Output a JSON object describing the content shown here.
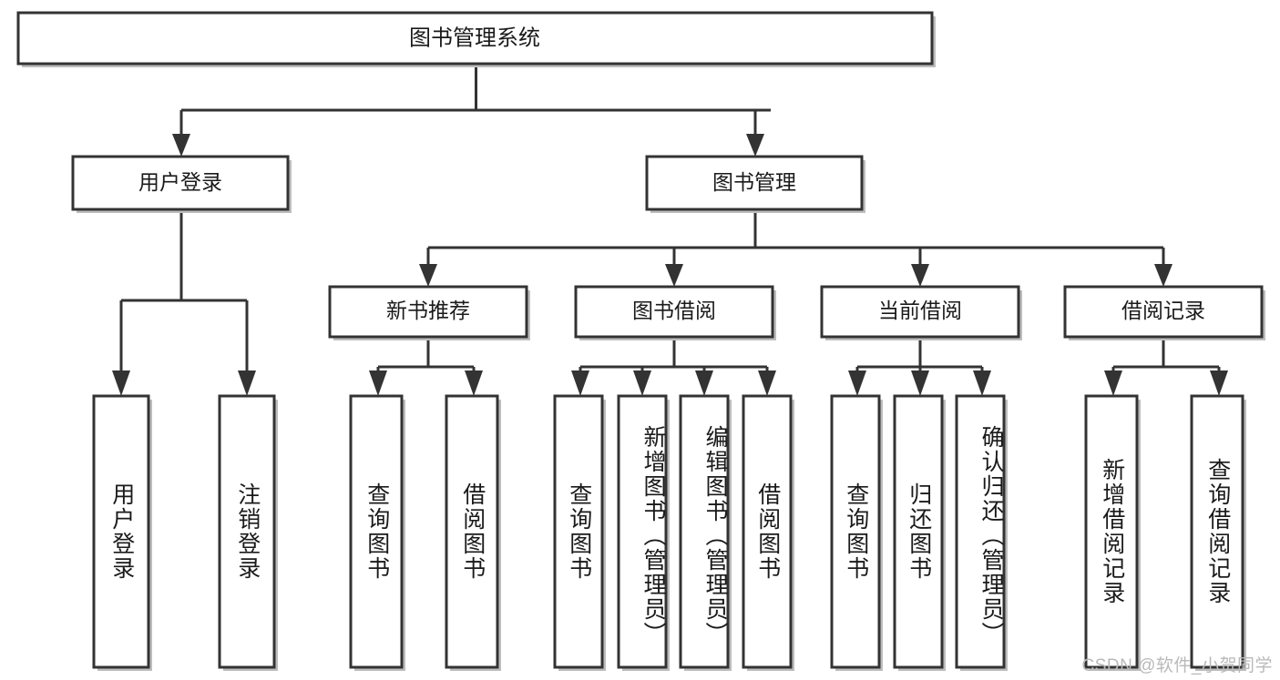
{
  "diagram": {
    "title": "图书管理系统",
    "type": "tree",
    "root": {
      "label": "图书管理系统"
    },
    "level2": [
      {
        "label": "用户登录"
      },
      {
        "label": "图书管理"
      }
    ],
    "level3": [
      {
        "label": "新书推荐"
      },
      {
        "label": "图书借阅"
      },
      {
        "label": "当前借阅"
      },
      {
        "label": "借阅记录"
      }
    ],
    "leaves": [
      {
        "label": "用户登录",
        "parent": "用户登录"
      },
      {
        "label": "注销登录",
        "parent": "用户登录"
      },
      {
        "label": "查询图书",
        "parent": "新书推荐"
      },
      {
        "label": "借阅图书",
        "parent": "新书推荐"
      },
      {
        "label": "查询图书",
        "parent": "图书借阅"
      },
      {
        "label": "新增图书（管理员）",
        "parent": "图书借阅"
      },
      {
        "label": "编辑图书（管理员）",
        "parent": "图书借阅"
      },
      {
        "label": "借阅图书",
        "parent": "图书借阅"
      },
      {
        "label": "查询图书",
        "parent": "当前借阅"
      },
      {
        "label": "归还图书",
        "parent": "当前借阅"
      },
      {
        "label": "确认归还（管理员）",
        "parent": "当前借阅"
      },
      {
        "label": "新增借阅记录",
        "parent": "借阅记录"
      },
      {
        "label": "查询借阅记录",
        "parent": "借阅记录"
      }
    ]
  },
  "watermark": {
    "text": "CSDN @软件_小贺同学"
  },
  "colors": {
    "box_stroke": "#333333",
    "box_fill": "#ffffff",
    "text": "#1a1a1a",
    "shadow": "#bdbdbd",
    "watermark": "#b9b9b9",
    "background": "#ffffff"
  }
}
